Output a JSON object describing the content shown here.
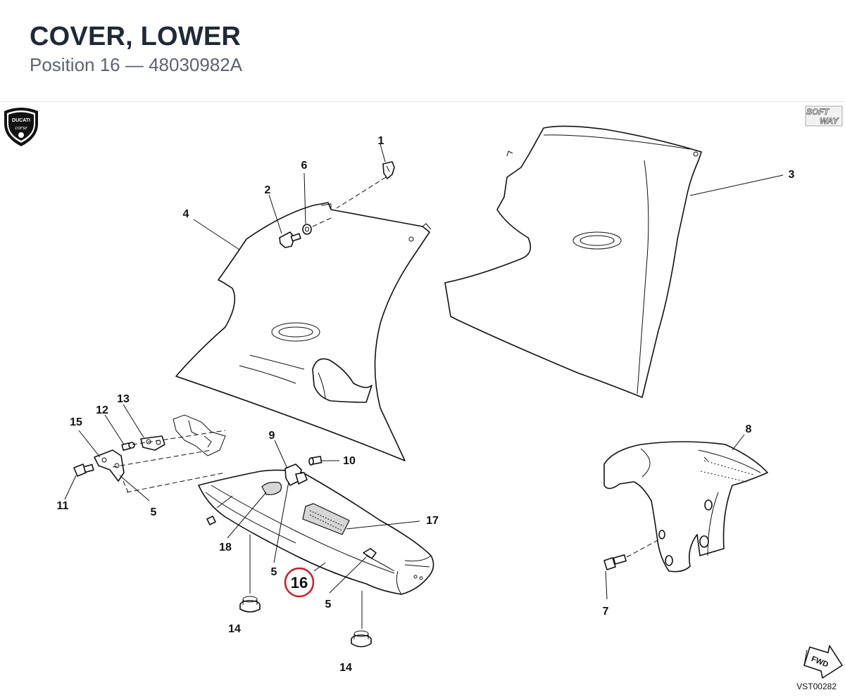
{
  "header": {
    "title": "COVER, LOWER",
    "subtitle": "Position 16 — 48030982A"
  },
  "brand": {
    "logo_text_top": "DUCATI",
    "logo_text_bottom": "corse",
    "softway_top": "SOFT",
    "softway_bottom": "WAY"
  },
  "callouts": {
    "p1": "1",
    "p2": "2",
    "p3": "3",
    "p4": "4",
    "p5a": "5",
    "p5b": "5",
    "p5c": "5",
    "p6": "6",
    "p7": "7",
    "p8": "8",
    "p9": "9",
    "p10": "10",
    "p11": "11",
    "p12": "12",
    "p13": "13",
    "p14a": "14",
    "p14b": "14",
    "p15": "15",
    "p16": "16",
    "p17": "17",
    "p18": "18"
  },
  "highlight": {
    "position": "16",
    "color": "#c81e2a"
  },
  "fwd_label": "FWD",
  "drawing_code": "VST00282"
}
